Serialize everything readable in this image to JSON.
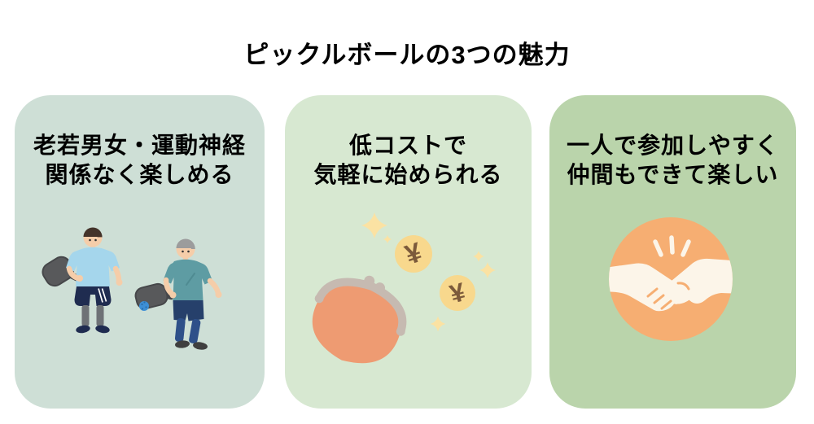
{
  "page": {
    "title": "ピックルボールの3つの魅力"
  },
  "cards": [
    {
      "id": "all-ages",
      "heading": [
        "老若男女・運動神経",
        "関係なく楽しめる"
      ],
      "illustration": "two-players-icon",
      "bg_color": "#cedfd6"
    },
    {
      "id": "low-cost",
      "heading": [
        "低コストで",
        "気軽に始められる"
      ],
      "illustration": "coin-purse-icon",
      "bg_color": "#d7e8d1",
      "yen_symbol": "¥"
    },
    {
      "id": "easy-to-join",
      "heading": [
        "一人で参加しやすく",
        "仲間もできて楽しい"
      ],
      "illustration": "handshake-icon",
      "bg_color": "#bad4ab"
    }
  ],
  "colors": {
    "card1_bg": "#cedfd6",
    "card2_bg": "#d7e8d1",
    "card3_bg": "#bad4ab",
    "title_text": "#000000",
    "heading_text": "#000000",
    "skin": "#f5cda9",
    "young_hair": "#43332a",
    "young_shirt": "#a5d6ec",
    "old_hair": "#9c9c9c",
    "old_shirt": "#5e9ca3",
    "shorts_navy": "#1f2c50",
    "pants_blue": "#26406b",
    "shin_blue": "#2e5089",
    "leggings_gray": "#6e7276",
    "paddle_gray": "#58595b",
    "paddle_edge": "#46474a",
    "ball_blue": "#3d8fd6",
    "purse_orange": "#ee9b72",
    "clasp_gray": "#c6bab1",
    "coin_yellow": "#f8d88d",
    "yen_brown": "#7c5a3b",
    "sparkle_yellow": "#fbe2a3",
    "handshake_circle_orange": "#f6ae72",
    "hands_cream": "#fcf5e9"
  }
}
